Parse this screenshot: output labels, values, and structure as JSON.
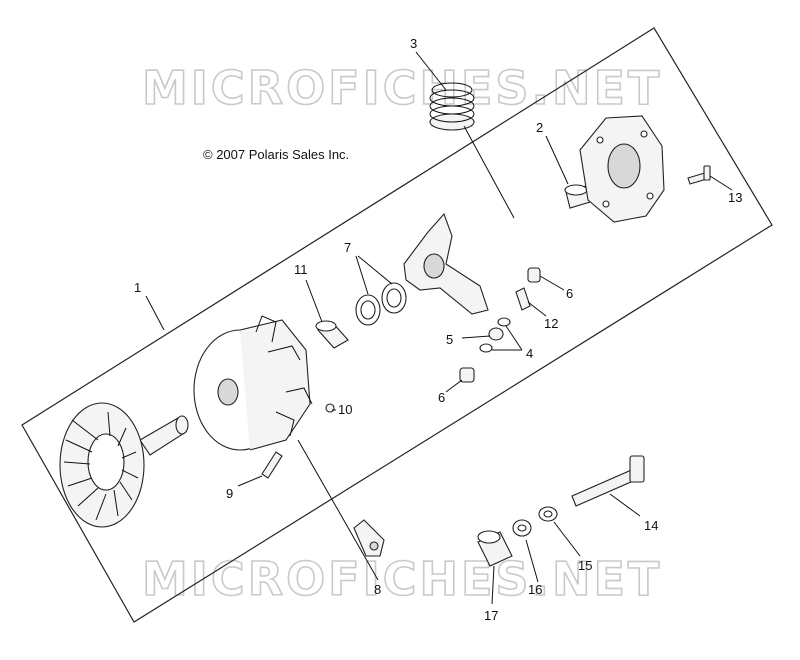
{
  "copyright": "© 2007 Polaris Sales Inc.",
  "watermark": "MICROFICHES.NET",
  "callouts": [
    {
      "id": "1",
      "label": "1"
    },
    {
      "id": "2",
      "label": "2"
    },
    {
      "id": "3",
      "label": "3"
    },
    {
      "id": "4",
      "label": "4"
    },
    {
      "id": "5",
      "label": "5"
    },
    {
      "id": "6a",
      "label": "6"
    },
    {
      "id": "6b",
      "label": "6"
    },
    {
      "id": "7",
      "label": "7"
    },
    {
      "id": "8",
      "label": "8"
    },
    {
      "id": "9",
      "label": "9"
    },
    {
      "id": "10",
      "label": "10"
    },
    {
      "id": "11",
      "label": "11"
    },
    {
      "id": "12",
      "label": "12"
    },
    {
      "id": "13",
      "label": "13"
    },
    {
      "id": "14",
      "label": "14"
    },
    {
      "id": "15",
      "label": "15"
    },
    {
      "id": "16",
      "label": "16"
    },
    {
      "id": "17",
      "label": "17"
    }
  ]
}
